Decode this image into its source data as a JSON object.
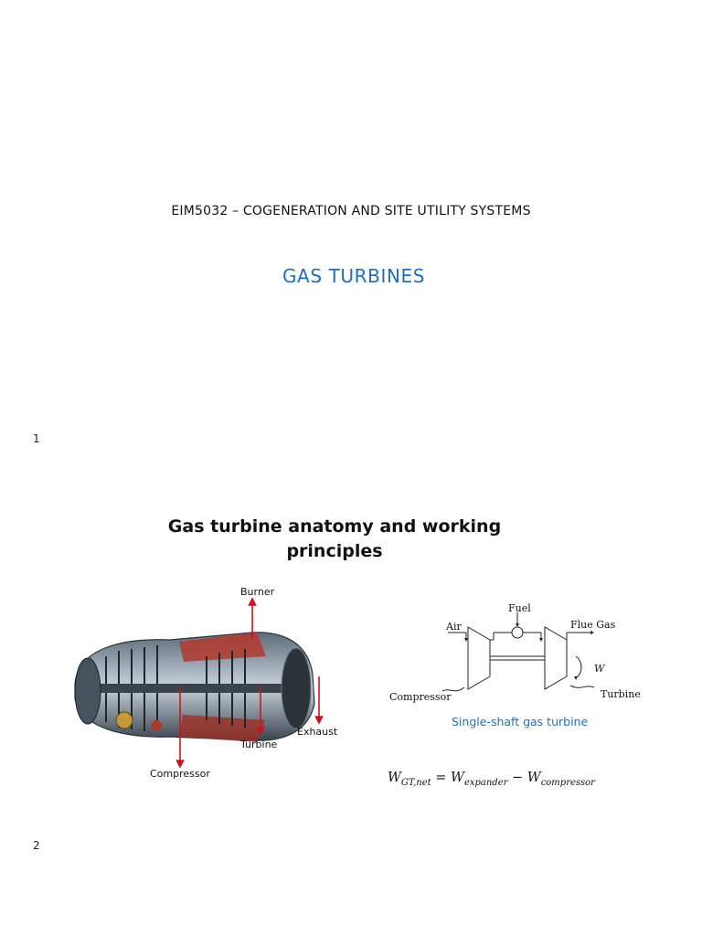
{
  "slide1": {
    "course": "EIM5032 – COGENERATION AND SITE UTILITY SYSTEMS",
    "title": "GAS TURBINES",
    "page_number": "1"
  },
  "slide2": {
    "heading_line1": "Gas turbine anatomy and working",
    "heading_line2": "principles",
    "image_labels": {
      "burner": "Burner",
      "exhaust": "Exhaust",
      "turbine": "Turbine",
      "compressor": "Compressor"
    },
    "schematic_labels": {
      "fuel": "Fuel",
      "air": "Air",
      "flue_gas": "Flue Gas",
      "w": "W",
      "compressor": "Compressor",
      "turbine": "Turbine"
    },
    "caption": "Single-shaft gas turbine",
    "equation": {
      "lhs": "W",
      "lhs_sub": "GT,net",
      "eq": "=",
      "t1": "W",
      "t1_sub": "expander",
      "minus": "−",
      "t2": "W",
      "t2_sub": "compressor"
    },
    "page_number": "2"
  },
  "colors": {
    "accent_blue": "#1f6fb8",
    "arrow_red": "#c8161d"
  }
}
